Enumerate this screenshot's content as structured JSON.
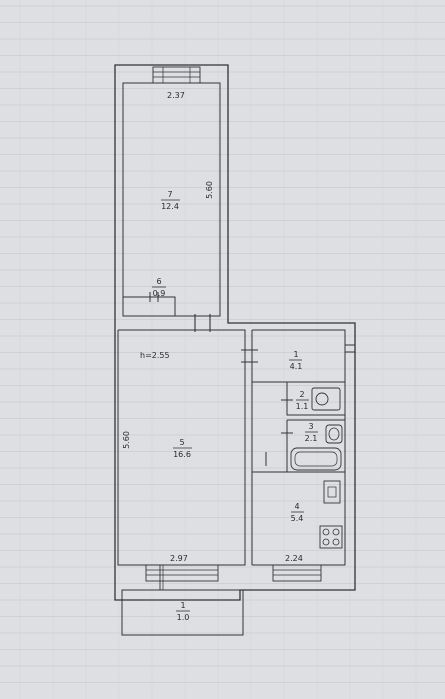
{
  "plan": {
    "rooms": [
      {
        "number": "7",
        "area": "12.4"
      },
      {
        "number": "6",
        "area": "0.9"
      },
      {
        "number": "5",
        "area": "16.6"
      },
      {
        "number": "1",
        "area": "4.1"
      },
      {
        "number": "2",
        "area": "1.1"
      },
      {
        "number": "3",
        "area": "2.1"
      },
      {
        "number": "4",
        "area": "5.4"
      },
      {
        "number": "1",
        "area": "1.0"
      }
    ],
    "dimensions": {
      "room7_width": "2.37",
      "room7_length": "5.60",
      "room5_length": "5.60",
      "room5_width": "2.97",
      "room4_width": "2.24"
    },
    "ceiling_height": "h=2.55"
  },
  "colors": {
    "paper": "#dedfe3",
    "line": "#333333",
    "grid": "#c9ccd3"
  }
}
